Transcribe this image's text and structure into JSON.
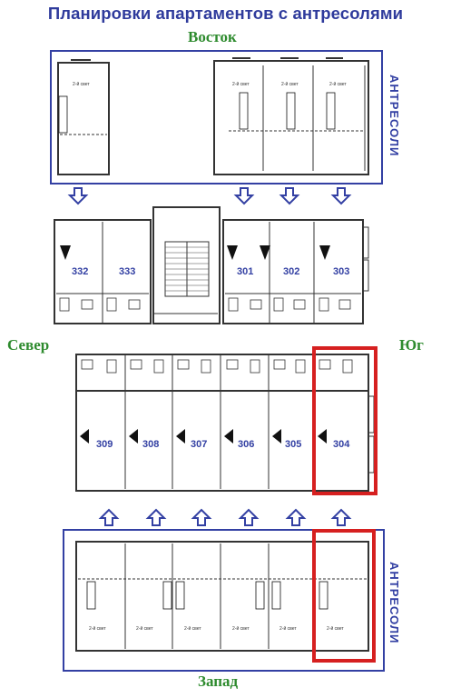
{
  "title": "Планировки апартаментов с антресолями",
  "directions": {
    "east": "Восток",
    "north": "Север",
    "south": "Юг",
    "west": "Запад"
  },
  "mezzanine_label": "АНТРЕСОЛИ",
  "floor_label": "2-й свет",
  "east_units": [
    "332",
    "333",
    "301",
    "302",
    "303"
  ],
  "west_units": [
    "309",
    "308",
    "307",
    "306",
    "305",
    "304"
  ],
  "highlighted_unit": "304",
  "colors": {
    "title": "#2f3b9c",
    "directions": "#2e8b2e",
    "frame": "#3340a3",
    "highlight": "#d62020",
    "units": "#3340a3"
  }
}
